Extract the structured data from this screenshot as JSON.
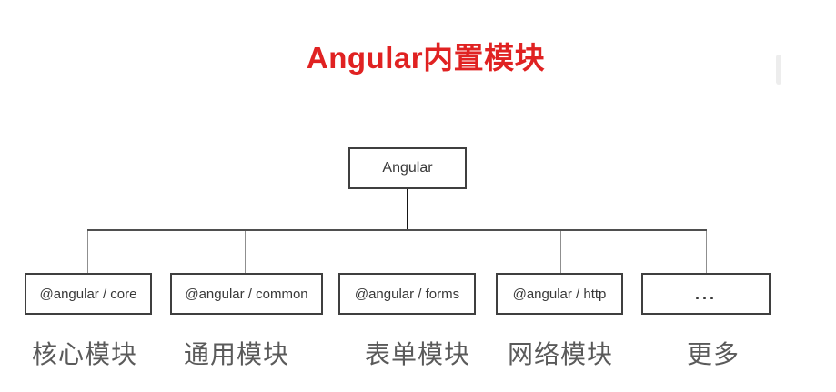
{
  "title": "Angular内置模块",
  "tree": {
    "root": {
      "label": "Angular"
    },
    "children": [
      {
        "label": "@angular / core",
        "caption": "核心模块"
      },
      {
        "label": "@angular / common",
        "caption": "通用模块"
      },
      {
        "label": "@angular / forms",
        "caption": "表单模块"
      },
      {
        "label": "@angular / http",
        "caption": "网络模块"
      },
      {
        "label": "...",
        "caption": "更多"
      }
    ]
  },
  "colors": {
    "title_red": "#e02222",
    "box_border": "#3f3f3f",
    "box_text": "#383838",
    "caption_text": "#5a5a5a",
    "connector": "#4f4f4f"
  }
}
